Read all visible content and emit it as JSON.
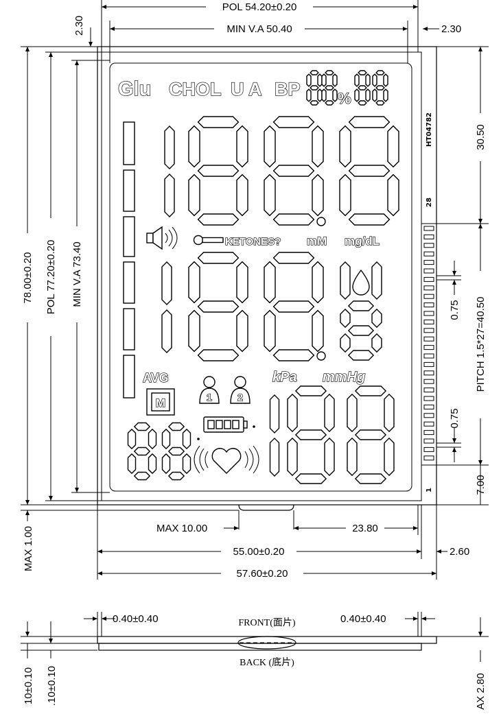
{
  "lcd": {
    "top_labels": {
      "glu": "Glu",
      "chol": "CHOL",
      "ua": "U A",
      "bp": "BP"
    },
    "part_number": "HT04782",
    "pin_28": "28",
    "pin_1": "1",
    "ketones": "KETONES?",
    "mm": "mM",
    "mgdl": "mg/dL",
    "avg": "AVG",
    "m": "M",
    "kpa": "kPa",
    "mmhg": "mmHg",
    "user1": "1",
    "user2": "2"
  },
  "dims": {
    "pol_width": "POL  54.20±0.20",
    "min_va_width": "MIN  V.A  50.40",
    "top_right_2_30": "2.30",
    "top_left_2_30": "2.30",
    "height_78": "78.00±0.20",
    "pol_height": "POL  77.20±0.20",
    "min_va_height": "MIN  V.A  73.40",
    "right_30_50": "30.50",
    "pitch": "PITCH  1.5*27=40.50",
    "pad_075_a": "0.75",
    "pad_075_b": "0.75",
    "right_7_00": "7.00",
    "max_10": "MAX  10.00",
    "d_23_80": "23.80",
    "d_55_00": "55.00±0.20",
    "d_2_60": "2.60",
    "d_57_60": "57.60±0.20",
    "max_1_00": "MAX  1.00",
    "left_0_40": "0.40±0.40",
    "right_0_40": "0.40±0.40",
    "front": "FRONT(面片)",
    "back": "BACK (底片)",
    "side_a": "10±0.10",
    "side_b": ".10±0.10",
    "max_2_80": "AX  2.80"
  }
}
